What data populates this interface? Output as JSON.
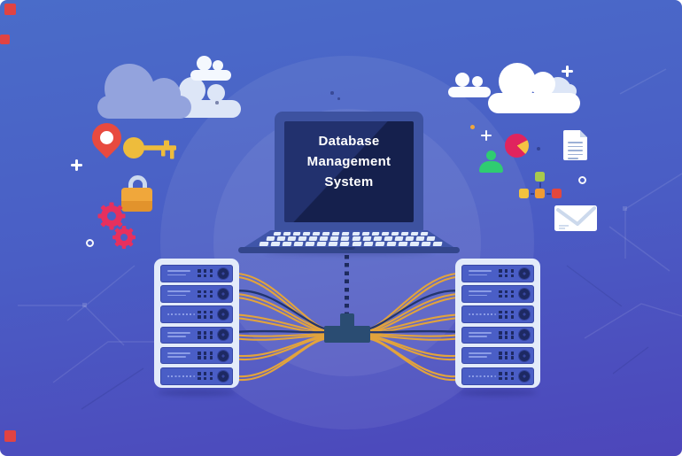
{
  "illustration": {
    "title_lines": [
      "Database",
      "Management",
      "System"
    ]
  },
  "racks": {
    "left_units": 6,
    "right_units": 6
  },
  "keyboard": {
    "rows": 3,
    "keys_per_row": 16
  },
  "colors": {
    "bg_top": "#4a6cc9",
    "bg_mid": "#4a5ec5",
    "bg_bottom": "#4d46ba",
    "laptop_blue": "#3d52a0",
    "keyboard_blue": "#3f55a9",
    "key_white": "#e3ecfa",
    "screen_navy": "#22316e",
    "screen_navy_dark": "#15204d",
    "rack_frame": "#e3ebfa",
    "server_blue": "#4a5ec6",
    "server_line": "#8b9ce6",
    "server_detail_navy": "#1d2963",
    "cable_gold": "#e2a33c",
    "cable_navy": "#22356e",
    "hub_teal": "#2a4c72",
    "cloud_muted": "#93a3dd",
    "cloud_white": "#f4f8fe",
    "cloud_shaded": "#dde6f7",
    "pin_red": "#e84a3f",
    "key_gold": "#eebc3c",
    "lock_orange": "#f0a73b",
    "lock_shackle": "#ccd9ee",
    "gear_pink": "#e7305e",
    "person_green": "#2fcc71",
    "pie_red": "#e0245e",
    "pie_yellow": "#f5c243",
    "square_green": "#a8c94d",
    "square_yellow": "#f2c23e",
    "square_orange": "#f09b35",
    "square_red": "#e3473d",
    "doc_line": "#9db1d6",
    "corner_red": "#e04343"
  },
  "icons_left": [
    "location-pin-icon",
    "key-icon",
    "plus-icon",
    "padlock-icon",
    "gears-icon",
    "circle-outline-icon"
  ],
  "icons_right": [
    "dot-icon",
    "plus-icon",
    "pie-chart-icon",
    "person-icon",
    "document-icon",
    "square-green-icon",
    "square-yellow-icon",
    "square-orange-icon",
    "square-red-icon",
    "circle-outline-icon",
    "envelope-icon",
    "plus-icon"
  ]
}
